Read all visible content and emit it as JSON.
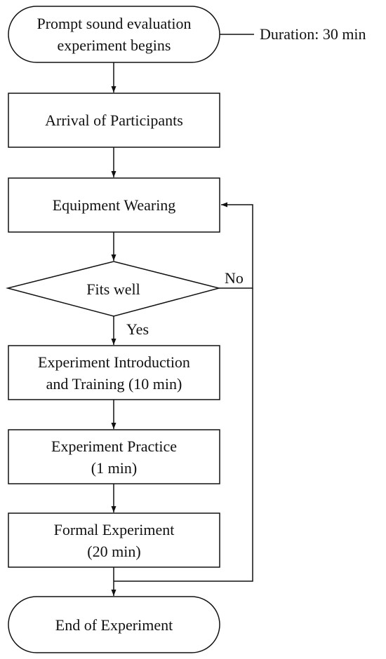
{
  "nodes": {
    "start": "Prompt sound evaluation\nexperiment begins",
    "arrival": "Arrival of Participants",
    "equipment": "Equipment Wearing",
    "decision": "Fits well",
    "introduction": "Experiment Introduction\nand Training (10 min)",
    "practice": "Experiment Practice\n(1 min)",
    "formal": "Formal Experiment\n(20 min)",
    "end": "End of Experiment"
  },
  "annotations": {
    "duration": "Duration: 30 min",
    "yes": "Yes",
    "no": "No"
  }
}
